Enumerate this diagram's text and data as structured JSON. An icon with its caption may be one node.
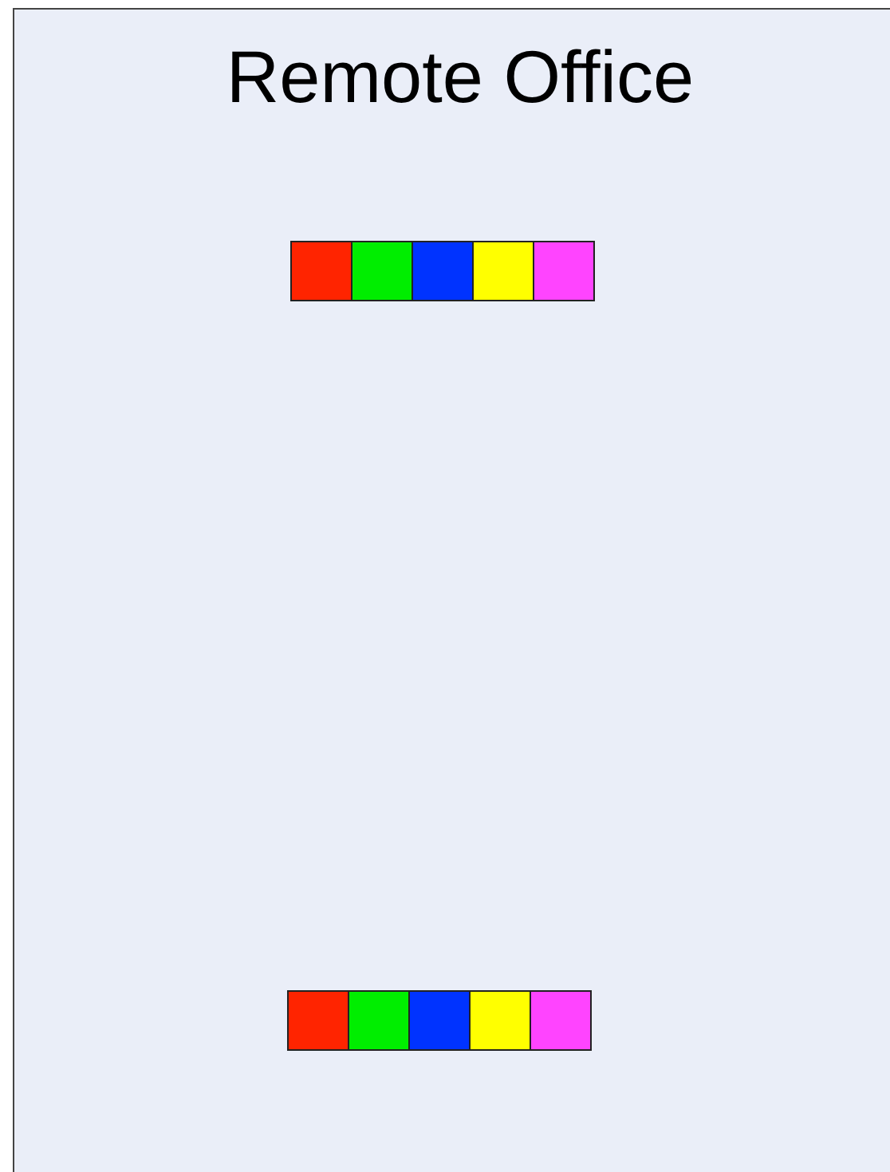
{
  "diagram": {
    "nodes": [
      {
        "text": [
          "Remote Office"
        ]
      },
      {
        "text": [],
        "shape": "box",
        "in": 0
      },
      {
        "text": [],
        "shape": "box",
        "in": 0
      },
      {
        "text": [],
        "shape": "box",
        "in": 0
      },
      {
        "text": [],
        "shape": "box",
        "in": 0
      },
      {
        "text": [],
        "shape": "box",
        "in": 0
      },
      {
        "text": [],
        "shape": "box",
        "in": 0
      },
      {
        "text": [],
        "shape": "box",
        "in": 0
      },
      {
        "text": [],
        "shape": "box",
        "in": 0
      },
      {
        "text": [],
        "shape": "box",
        "in": 0
      },
      {
        "text": [],
        "shape": "box",
        "in": 0
      }
    ]
  }
}
